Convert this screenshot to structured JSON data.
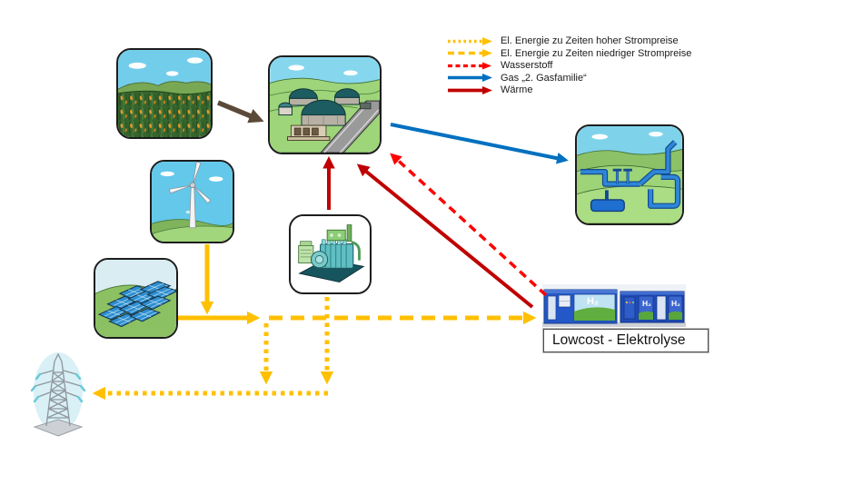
{
  "legend": {
    "items": [
      {
        "label": "El. Energie zu Zeiten hoher Strompreise",
        "line_style": "dotted",
        "color": "#FFC000"
      },
      {
        "label": "El. Energie zu Zeiten niedriger Strompreise",
        "line_style": "dashed",
        "color": "#FFC000"
      },
      {
        "label": "Wasserstoff",
        "line_style": "dashed",
        "color": "#FF0000"
      },
      {
        "label": "Gas „2. Gasfamilie“",
        "line_style": "solid",
        "color": "#0070C0"
      },
      {
        "label": "Wärme",
        "line_style": "solid",
        "color": "#C00000"
      }
    ]
  },
  "nodes": {
    "corn_field": {
      "icon": "corn-field-illustration"
    },
    "biogas_plant": {
      "icon": "biogas-plant-illustration"
    },
    "wind_turbine": {
      "icon": "wind-turbine-illustration"
    },
    "solar_panels": {
      "icon": "solar-panels-illustration"
    },
    "gas_engine": {
      "icon": "gas-engine-illustration"
    },
    "gas_grid": {
      "icon": "gas-pipeline-illustration"
    },
    "power_grid": {
      "icon": "transmission-tower-illustration"
    },
    "electrolysis": {
      "icon": "electrolysis-containers-photo",
      "label": "Lowcost - Elektrolyse",
      "container_text": "H₂"
    }
  },
  "colors": {
    "el_energy_high_price": "#FFC000",
    "el_energy_low_price": "#FFC000",
    "hydrogen": "#FF0000",
    "gas_2nd_family": "#0070C0",
    "heat": "#C00000",
    "biomass_arrow": "#5B4A3A"
  }
}
